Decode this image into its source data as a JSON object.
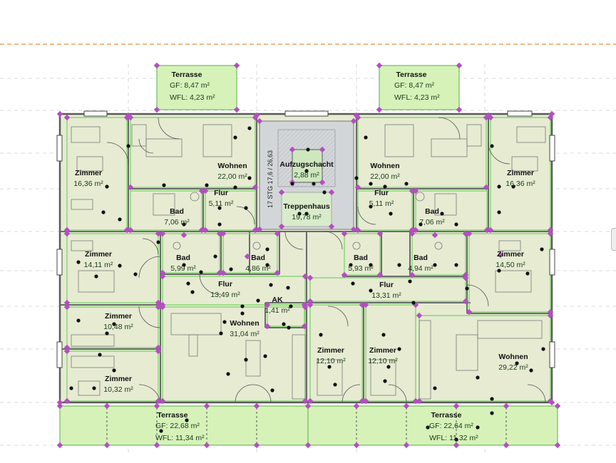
{
  "colors": {
    "room_fill": "#e6ebd2",
    "terrace_fill": "#d6f2b9",
    "stair_fill": "#d3d6d9",
    "wall": "#5a5a5a",
    "room_outline": "#7ed36b",
    "vertex": "#b44fc1",
    "guide": "#f08c3c",
    "text": "#1b3a1b"
  },
  "rooms": [
    {
      "id": "terrasse-nw",
      "name": "Terrasse",
      "lines": [
        "GF: 8,47 m²",
        "WFL: 4,23 m²"
      ]
    },
    {
      "id": "terrasse-ne",
      "name": "Terrasse",
      "lines": [
        "GF: 8,47 m²",
        "WFL: 4,23 m²"
      ]
    },
    {
      "id": "wohnen-nw",
      "name": "Wohnen",
      "lines": [
        "22,00 m²"
      ]
    },
    {
      "id": "wohnen-ne",
      "name": "Wohnen",
      "lines": [
        "22,00 m²"
      ]
    },
    {
      "id": "zimmer-nw",
      "name": "Zimmer",
      "lines": [
        "16,36 m²"
      ]
    },
    {
      "id": "zimmer-ne",
      "name": "Zimmer",
      "lines": [
        "16,36 m²"
      ]
    },
    {
      "id": "aufzug",
      "name": "Aufzugschacht",
      "lines": [
        "2,88 m²"
      ]
    },
    {
      "id": "treppe",
      "name": "Treppenhaus",
      "lines": [
        "19,78 m²"
      ]
    },
    {
      "id": "flur-nw",
      "name": "Flur",
      "lines": [
        "5,11 m²"
      ]
    },
    {
      "id": "flur-ne",
      "name": "Flur",
      "lines": [
        "5,11 m²"
      ]
    },
    {
      "id": "bad-nw",
      "name": "Bad",
      "lines": [
        "7,06 m²"
      ]
    },
    {
      "id": "bad-ne",
      "name": "Bad",
      "lines": [
        "7,06 m²"
      ]
    },
    {
      "id": "zimmer-w1",
      "name": "Zimmer",
      "lines": [
        "14,11 m²"
      ]
    },
    {
      "id": "bad-w1",
      "name": "Bad",
      "lines": [
        "5,99 m²"
      ]
    },
    {
      "id": "bad-w2",
      "name": "Bad",
      "lines": [
        "4,86 m²"
      ]
    },
    {
      "id": "bad-e1",
      "name": "Bad",
      "lines": [
        "5,93 m²"
      ]
    },
    {
      "id": "bad-e2",
      "name": "Bad",
      "lines": [
        "4,94 m²"
      ]
    },
    {
      "id": "zimmer-e1",
      "name": "Zimmer",
      "lines": [
        "14,50 m²"
      ]
    },
    {
      "id": "flur-sw",
      "name": "Flur",
      "lines": [
        "13,49 m²"
      ]
    },
    {
      "id": "flur-se",
      "name": "Flur",
      "lines": [
        "13,31 m²"
      ]
    },
    {
      "id": "ak",
      "name": "AK",
      "lines": [
        "1,41 m²"
      ]
    },
    {
      "id": "zimmer-w2",
      "name": "Zimmer",
      "lines": [
        "10,48 m²"
      ]
    },
    {
      "id": "zimmer-w3",
      "name": "Zimmer",
      "lines": [
        "10,32 m²"
      ]
    },
    {
      "id": "wohnen-sw",
      "name": "Wohnen",
      "lines": [
        "31,04 m²"
      ]
    },
    {
      "id": "zimmer-c1",
      "name": "Zimmer",
      "lines": [
        "12,10 m²"
      ]
    },
    {
      "id": "zimmer-c2",
      "name": "Zimmer",
      "lines": [
        "12,10 m²"
      ]
    },
    {
      "id": "wohnen-se",
      "name": "Wohnen",
      "lines": [
        "29,22 m²"
      ]
    },
    {
      "id": "terrasse-sw",
      "name": "Terrasse",
      "lines": [
        "GF: 22,68 m²",
        "WFL: 11,34 m²"
      ]
    },
    {
      "id": "terrasse-se",
      "name": "Terrasse",
      "lines": [
        "GF: 22,64 m²",
        "WFL: 11,32 m²"
      ]
    }
  ],
  "stair_annotation": "17 STG 17,6 / 26,63"
}
